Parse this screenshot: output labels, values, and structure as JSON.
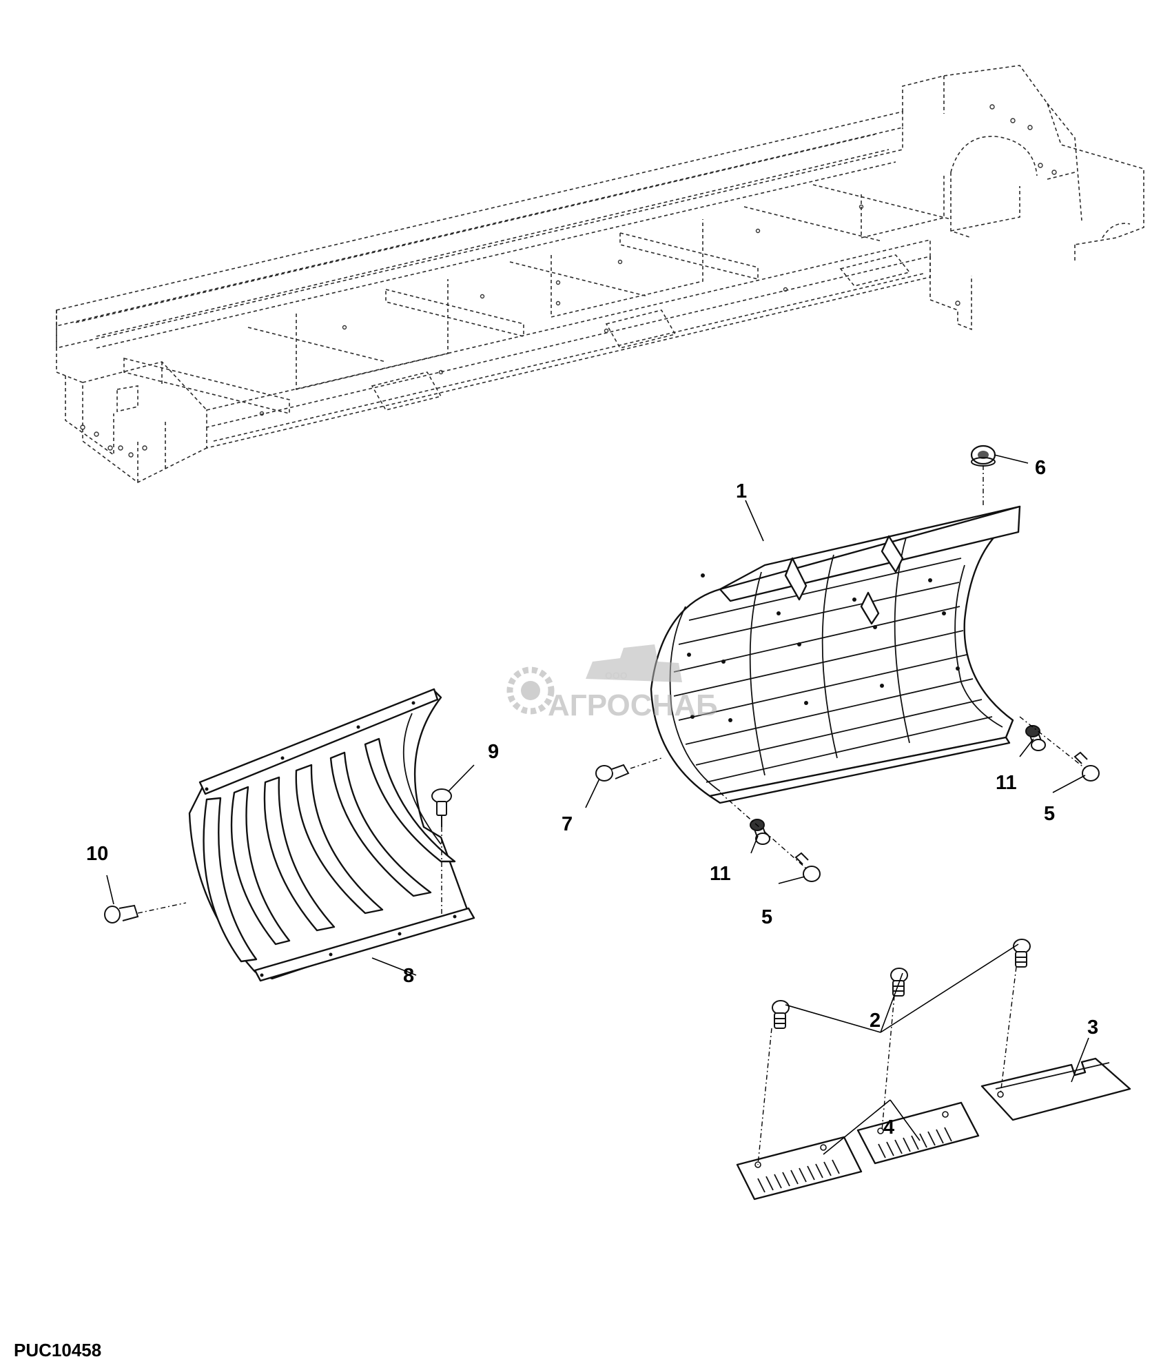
{
  "drawing_code": "PUC10458",
  "watermark": {
    "small": "ООО",
    "main": "АГРОСНАБ"
  },
  "callouts": {
    "c1": "1",
    "c2": "2",
    "c3": "3",
    "c4": "4",
    "c5a": "5",
    "c5b": "5",
    "c6": "6",
    "c7": "7",
    "c8": "8",
    "c9": "9",
    "c10": "10",
    "c11a": "11",
    "c11b": "11"
  }
}
